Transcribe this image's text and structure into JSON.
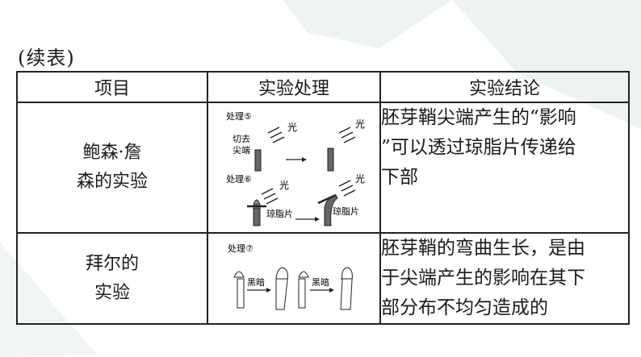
{
  "caption": "(续表)",
  "headers": [
    "项目",
    "实验处理",
    "实验结论"
  ],
  "rows": [
    {
      "name_lines": [
        "鲍森·詹",
        "森的实验"
      ],
      "figure_labels": {
        "label_a": "处理⑤",
        "cut_tip_1": "切去",
        "cut_tip_2": "尖端",
        "light_1": "光",
        "light_2": "光",
        "label_b": "处理⑥",
        "light_3": "光",
        "light_4": "光",
        "agar_1": "琼脂片",
        "agar_2": "琼脂片"
      },
      "conclusion_lines": [
        "胚芽鞘尖端产生的“影响",
        "”可以透过琼脂片传递给",
        "下部"
      ]
    },
    {
      "name_lines": [
        "拜尔的",
        "实验"
      ],
      "figure_labels": {
        "label_c": "处理⑦",
        "dark_1": "黑暗",
        "dark_2": "黑暗"
      },
      "conclusion_lines": [
        "胚芽鞘的弯曲生长，是由",
        "于尖端产生的影响在其下",
        "部分布不均匀造成的"
      ]
    }
  ]
}
